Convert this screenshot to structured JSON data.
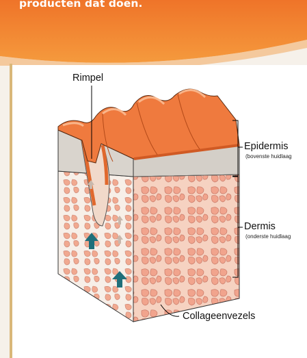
{
  "banner": {
    "text": "producten dat doen.",
    "color": "#f0782a"
  },
  "labels": {
    "wrinkle": "Rimpel",
    "epidermis": "Epidermis",
    "epidermis_sub": "(bovenste huidlaag",
    "dermis": "Dermis",
    "dermis_sub": "(onderste huidlaag",
    "collagen": "Collageenvezels"
  },
  "colors": {
    "skin_surface": "#ef7a3e",
    "epidermis": "#d4cfc8",
    "dermis": "#f3c9b6",
    "collagen_cells": "#f1a48d",
    "arrows": "#1f6f7a",
    "card_rule": "#d9b779"
  }
}
